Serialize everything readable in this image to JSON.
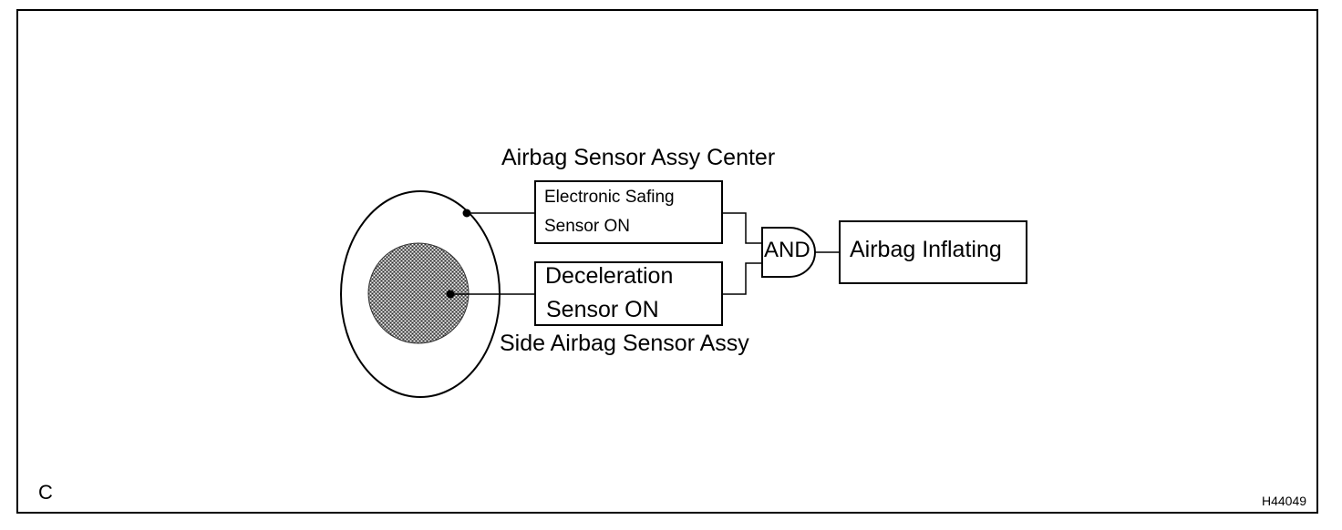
{
  "labels": {
    "center_assy": "Airbag Sensor Assy Center",
    "side_assy": "Side Airbag Sensor Assy",
    "safing_line1": "Electronic Safing",
    "safing_line2": "Sensor ON",
    "decel_line1": "Deceleration",
    "decel_line2": "Sensor ON",
    "and_gate": "AND",
    "output": "Airbag Inflating",
    "corner_letter": "C",
    "figure_id": "H44049"
  }
}
